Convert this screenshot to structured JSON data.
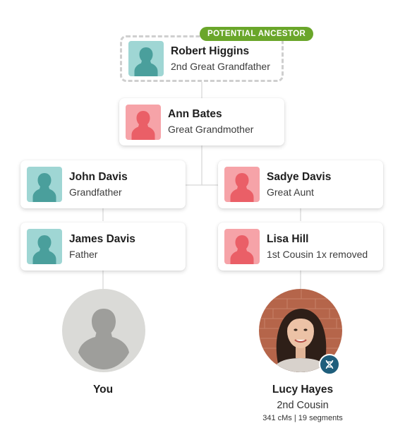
{
  "badge": {
    "label": "POTENTIAL ANCESTOR"
  },
  "cards": {
    "robert": {
      "name": "Robert Higgins",
      "relation": "2nd Great Grandfather"
    },
    "ann": {
      "name": "Ann Bates",
      "relation": "Great Grandmother"
    },
    "john": {
      "name": "John Davis",
      "relation": "Grandfather"
    },
    "sadye": {
      "name": "Sadye Davis",
      "relation": "Great Aunt"
    },
    "james": {
      "name": "James Davis",
      "relation": "Father"
    },
    "lisa": {
      "name": "Lisa Hill",
      "relation": "1st Cousin 1x removed"
    }
  },
  "you": {
    "name": "You"
  },
  "match": {
    "name": "Lucy Hayes",
    "relation": "2nd Cousin",
    "dna": "341 cMs | 19 segments"
  },
  "colors": {
    "teal": "#9fd6d4",
    "pink": "#f6a3a8",
    "badge": "#6aa62a",
    "dna_badge": "#1f5e7c"
  },
  "icons": {
    "person": "person-silhouette-icon",
    "dna": "dna-icon"
  }
}
